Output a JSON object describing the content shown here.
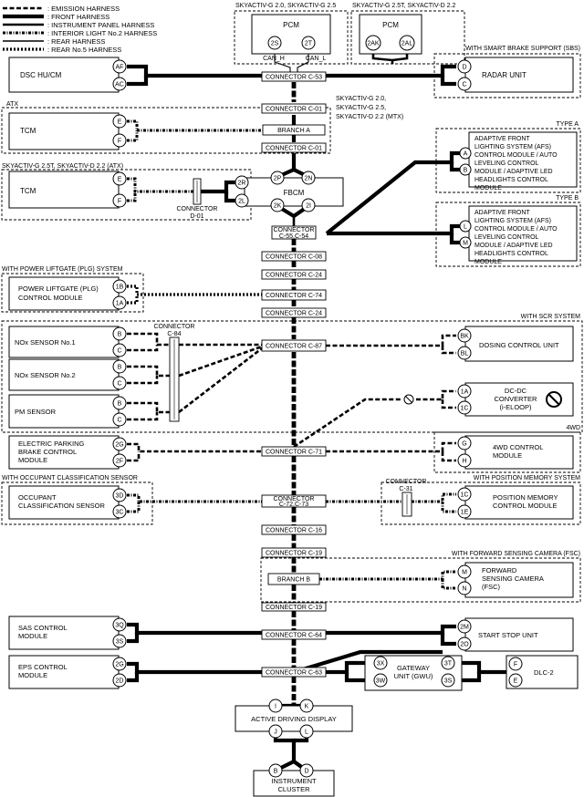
{
  "legend": [
    {
      "key": "emission",
      "label": ": EMISSION HARNESS"
    },
    {
      "key": "front",
      "label": ": FRONT HARNESS"
    },
    {
      "key": "instrument",
      "label": ": INSTRUMENT PANEL HARNESS"
    },
    {
      "key": "interior",
      "label": ": INTERIOR LIGHT No.2 HARNESS"
    },
    {
      "key": "rear",
      "label": ": REAR HARNESS"
    },
    {
      "key": "rear5",
      "label": ": REAR No.5 HARNESS"
    }
  ],
  "headers": {
    "pcm1": "SKYACTIV-G 2.0, SKYACTIV-G 2.5",
    "pcm2": "SKYACTIV-G 2.5T, SKYACTIV-D 2.2",
    "sbs": "WITH SMART BRAKE SUPPORT (SBS)",
    "atx": "ATX",
    "mtx1": "SKYACTIV-G 2.0,",
    "mtx2": "SKYACTIV-G 2.5,",
    "mtx3": "SKYACTIV-D 2.2 (MTX)",
    "atx2": "SKYACTIV-G 2.5T, SKYACTIV-D 2.2 (ATX)",
    "typeA": "TYPE A",
    "typeB": "TYPE B",
    "plg": "WITH POWER LIFTGATE (PLG) SYSTEM",
    "scr": "WITH SCR SYSTEM",
    "fwd4": "4WD",
    "ocs": "WITH OCCUPANT CLASSIFICATION SENSOR",
    "posmem": "WITH POSITION MEMORY SYSTEM",
    "fsc": "WITH FORWARD SENSING CAMERA (FSC)"
  },
  "modules": {
    "pcm": "PCM",
    "dsc": "DSC HU/CM",
    "radar": "RADAR UNIT",
    "tcm": "TCM",
    "fbcm": "FBCM",
    "afs": [
      "ADAPTIVE FRONT",
      "LIGHTING SYSTEM (AFS)",
      "CONTROL MODULE / AUTO",
      "LEVELING CONTROL",
      "MODULE / ADAPTIVE LED",
      "HEADLIGHTS CONTROL",
      "MODULE"
    ],
    "plg": [
      "POWER LIFTGATE (PLG)",
      "CONTROL MODULE"
    ],
    "nox1": "NOx SENSOR No.1",
    "nox2": "NOx SENSOR No.2",
    "pm": "PM SENSOR",
    "dosing": "DOSING CONTROL UNIT",
    "dcdc": [
      "DC-DC",
      "CONVERTER",
      "(i-ELOOP)"
    ],
    "epb": [
      "ELECTRIC PARKING",
      "BRAKE CONTROL",
      "MODULE"
    ],
    "awd": [
      "4WD CONTROL",
      "MODULE"
    ],
    "ocs": [
      "OCCUPANT",
      "CLASSIFICATION SENSOR"
    ],
    "posmem": [
      "POSITION MEMORY",
      "CONTROL MODULE"
    ],
    "fsc": [
      "FORWARD",
      "SENSING CAMERA",
      "(FSC)"
    ],
    "sas": [
      "SAS CONTROL",
      "MODULE"
    ],
    "ss": "START STOP UNIT",
    "eps": [
      "EPS CONTROL",
      "MODULE"
    ],
    "gwu": [
      "GATEWAY",
      "UNIT (GWU)"
    ],
    "dlc": "DLC-2",
    "add": "ACTIVE DRIVING DISPLAY",
    "ic": [
      "INSTRUMENT",
      "CLUSTER"
    ]
  },
  "pins": {
    "pcm1_a": "2S",
    "pcm1_b": "2T",
    "pcm2_a": "2AK",
    "pcm2_b": "2AL",
    "dsc_a": "AF",
    "dsc_b": "AC",
    "radar_a": "D",
    "radar_b": "C",
    "tcm1_a": "E",
    "tcm1_b": "F",
    "tcm2_a": "E",
    "tcm2_b": "F",
    "fbcm_2r": "2R",
    "fbcm_2l": "2L",
    "fbcm_2p": "2P",
    "fbcm_2n": "2N",
    "fbcm_2k": "2K",
    "fbcm_2i": "2I",
    "afsA_a": "A",
    "afsA_b": "B",
    "afsB_a": "L",
    "afsB_b": "M",
    "plg_a": "1B",
    "plg_b": "1A",
    "nox1_a": "B",
    "nox1_b": "C",
    "nox2_a": "B",
    "nox2_b": "C",
    "pm_a": "B",
    "pm_b": "C",
    "dos_a": "BK",
    "dos_b": "BL",
    "dcdc_a": "1A",
    "dcdc_b": "1C",
    "epb_a": "2G",
    "epb_b": "2F",
    "awd_a": "G",
    "awd_b": "H",
    "ocs_a": "3D",
    "ocs_b": "3C",
    "pos_a": "1C",
    "pos_b": "1E",
    "fsc_a": "M",
    "fsc_b": "N",
    "sas_a": "3Q",
    "sas_b": "3S",
    "ss_a": "2M",
    "ss_b": "2O",
    "eps_a": "2G",
    "eps_b": "2D",
    "gwu_a": "3X",
    "gwu_b": "3W",
    "gwu_c": "3T",
    "gwu_d": "3S",
    "dlc_a": "F",
    "dlc_b": "E",
    "add_a": "I",
    "add_b": "K",
    "add_c": "J",
    "add_d": "L",
    "ic_a": "B",
    "ic_b": "D"
  },
  "connectors": {
    "c53": "CONNECTOR C-53",
    "c01a": "CONNECTOR C-01",
    "brA": "BRANCH A",
    "c01b": "CONNECTOR C-01",
    "c5554a": "CONNECTOR",
    "c5554b": "C-55,C-54",
    "c08": "CONNECTOR C-08",
    "c24a": "CONNECTOR C-24",
    "c74": "CONNECTOR C-74",
    "c24b": "CONNECTOR C-24",
    "c84a": "CONNECTOR",
    "c84b": "C-84",
    "c87": "CONNECTOR C-87",
    "c71": "CONNECTOR C-71",
    "c7273a": "CONNECTOR",
    "c7273b": "C-72,C-73",
    "c31a": "CONNECTOR",
    "c31b": "C-31",
    "c16": "CONNECTOR C-16",
    "c19a": "CONNECTOR C-19",
    "brB": "BRANCH B",
    "c19b": "CONNECTOR C-19",
    "c64": "CONNECTOR C-64",
    "c63": "CONNECTOR C-63",
    "d01a": "CONNECTOR",
    "d01b": "D-01"
  },
  "can": {
    "h": "CAN_H",
    "l": "CAN_L"
  }
}
